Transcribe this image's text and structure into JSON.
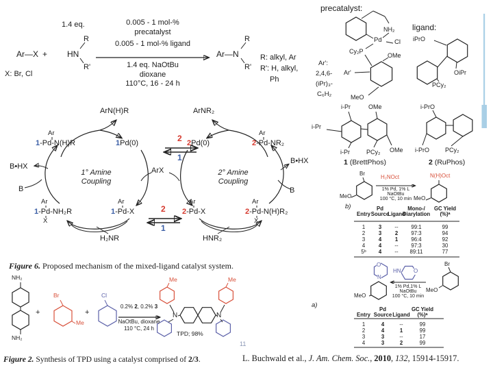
{
  "slide": {
    "page_number": "11"
  },
  "colors": {
    "catalyst1_blue": "#3c5fa6",
    "catalyst2_red": "#d6392e",
    "scheme_red": "#d8503a",
    "scheme_blue": "#5b60a8",
    "highlight_bar": "#a9cfe6",
    "page_number_gray": "#8a96b4"
  },
  "top_scheme": {
    "eq_amine": "1.4 eq.",
    "aryl_halide": "Ar—X",
    "plus": "+",
    "amine": "HN",
    "r_top": "R",
    "r_bottom": "R'",
    "halide_note": "X: Br, Cl",
    "above1": "0.005 - 1 mol-%",
    "above2": "precatalyst",
    "above3": "0.005 - 1 mol-% ligand",
    "below1": "1.4 eq. NaOtBu",
    "below2": "dioxane",
    "below3": "110°C, 16 - 24 h",
    "product": "Ar—N",
    "prod_r_top": "R",
    "prod_r_bottom": "R'",
    "legend_r": "R: alkyl, Ar",
    "legend_rprime": "R': H, alkyl,",
    "legend_ph": "Ph"
  },
  "mechanism": {
    "product_left": "ArN(H)R",
    "product_right": "ArNR₂",
    "pd0_left": {
      "num": "1",
      "text": "Pd(0)"
    },
    "pd0_right": {
      "num": "2",
      "text": "Pd(0)"
    },
    "l_amide": {
      "ar": "Ar",
      "num": "1",
      "text": "-Pd-N(H)R"
    },
    "l_oxadd": {
      "ar": "Ar",
      "num": "1",
      "text": "-Pd-X"
    },
    "l_amine": {
      "ar": "Ar",
      "num": "1",
      "text": "-Pd-NH₂R",
      "x": "X"
    },
    "r_amide": {
      "ar": "Ar",
      "num": "2",
      "text": "-Pd-NR₂"
    },
    "r_oxadd": {
      "ar": "Ar",
      "num": "2",
      "text": "-Pd-X"
    },
    "r_amine": {
      "ar": "Ar",
      "num": "2",
      "text": "-Pd-N(H)R₂",
      "x": "X"
    },
    "amine_left": "H₂NR",
    "amine_right": "HNR₂",
    "base_left": "B",
    "base_right": "B",
    "basehx_left": "B•HX",
    "basehx_right": "B•HX",
    "arx": "ArX",
    "cycle_left_line1": "1° Amine",
    "cycle_left_line2": "Coupling",
    "cycle_right_line1": "2° Amine",
    "cycle_right_line2": "Coupling",
    "eq_top": {
      "upper": "2",
      "lower": "1"
    },
    "eq_bottom": {
      "upper": "2",
      "lower": "1"
    }
  },
  "figure6_caption": {
    "label": "Figure 6.",
    "text": " Proposed mechanism of the mixed-ligand catalyst system."
  },
  "figure2": {
    "nh2_top": "NH₂",
    "nh2_bottom": "NH₂",
    "plus1": "+",
    "plus2": "+",
    "br": "Br",
    "me": "Me",
    "cl": "Cl",
    "cond_above": {
      "p1": "0.2% ",
      "b1": "2",
      "p2": ", 0.2% ",
      "b2": "3"
    },
    "cond_below1": "NaOtBu, dioxane",
    "cond_below2": "110 °C, 24 h",
    "n_left": "N",
    "n_right": "N",
    "me_left": "Me",
    "me_right": "Me",
    "yield_label": "TPD; 98%"
  },
  "figure2_caption": {
    "label": "Figure 2.",
    "text": " Synthesis of TPD using a catalyst comprised of ",
    "bold": "2/3",
    "period": "."
  },
  "citation": {
    "authors": "L. Buchwald et al., ",
    "journal": "J. Am. Chem. Soc.",
    "sep1": ", ",
    "year": "2010",
    "sep2": ", ",
    "volume": "132",
    "pages": ", 15914-15917."
  },
  "right_panel": {
    "precatalyst_label": "precatalyst:",
    "ligand_label": "ligand:",
    "precatalyst": {
      "nh2": "NH₂",
      "pd": "Pd",
      "cl": "Cl",
      "cy2p": "Cy₂P",
      "ome": "OMe",
      "meo": "MeO",
      "ar": "Ar'",
      "note1": "Ar':",
      "note2": "2,4,6-",
      "note3": "(iPr)₃-",
      "note4": "C₆H₂"
    },
    "ligand": {
      "ipro_top": "iPrO",
      "oipr": "OiPr",
      "pcy2": "PCy₂"
    },
    "brettphos": {
      "ipr_top": "i-Pr",
      "ome_top": "OMe",
      "ipr_left": "i-Pr",
      "ipr_bottom": "i-Pr",
      "pcy2": "PCy₂",
      "ome_bottom": "OMe",
      "num": "1",
      "name": "(BrettPhos)"
    },
    "ruphos": {
      "ipro_top": "i-PrO",
      "ipro_bottom": "i-PrO",
      "pcy2": "PCy₂",
      "num": "2",
      "name": "(RuPhos)"
    },
    "scheme_b": {
      "label": "b)",
      "br": "Br",
      "meo_left": "MeO",
      "amine": "H₂NOct",
      "cond1": "1% Pd, 1% L",
      "cond2": "NaOtBu",
      "cond3": "100 °C, 10 min",
      "product_amine": "N(H)Oct",
      "meo_right": "MeO"
    },
    "table_b": {
      "h_entry": "Entry",
      "h_pd_1": "Pd",
      "h_pd_2": "Source",
      "h_ligand": "Ligand",
      "h_sel_1": "Mono-/",
      "h_sel_2": "Diarylation",
      "h_gc_1": "GC Yield",
      "h_gc_2": "(%)ᵃ",
      "rows": [
        {
          "entry": "1",
          "pd": "3",
          "ligand": "--",
          "sel": "99:1",
          "gc": "99"
        },
        {
          "entry": "2",
          "pd": "3",
          "ligand": "2",
          "sel": "97:3",
          "gc": "94"
        },
        {
          "entry": "3",
          "pd": "4",
          "ligand": "1",
          "sel": "96:4",
          "gc": "92"
        },
        {
          "entry": "4",
          "pd": "4",
          "ligand": "--",
          "sel": "97:3",
          "gc": "30"
        },
        {
          "entry": "5ᵇ",
          "pd": "4",
          "ligand": "--",
          "sel": "89:11",
          "gc": "77"
        }
      ]
    },
    "scheme_a": {
      "label": "a)",
      "o_product": "O",
      "n_product": "N",
      "meo_left": "MeO",
      "hn": "HN",
      "o_reagent": "O",
      "cond1": "1% Pd,1% L",
      "cond2": "NaOtBu",
      "cond3": "100 °C, 10 min",
      "br": "Br",
      "meo_right": "MeO"
    },
    "table_a": {
      "h_entry": "Entry",
      "h_pd_1": "Pd",
      "h_pd_2": "Source",
      "h_ligand": "Ligand",
      "h_gc_1": "GC Yield",
      "h_gc_2": "(%)ᵃ",
      "rows": [
        {
          "entry": "1",
          "pd": "4",
          "ligand": "--",
          "gc": "99"
        },
        {
          "entry": "2",
          "pd": "4",
          "ligand": "1",
          "gc": "99"
        },
        {
          "entry": "3",
          "pd": "3",
          "ligand": "--",
          "gc": "17"
        },
        {
          "entry": "4",
          "pd": "3",
          "ligand": "2",
          "gc": "99"
        }
      ]
    }
  }
}
